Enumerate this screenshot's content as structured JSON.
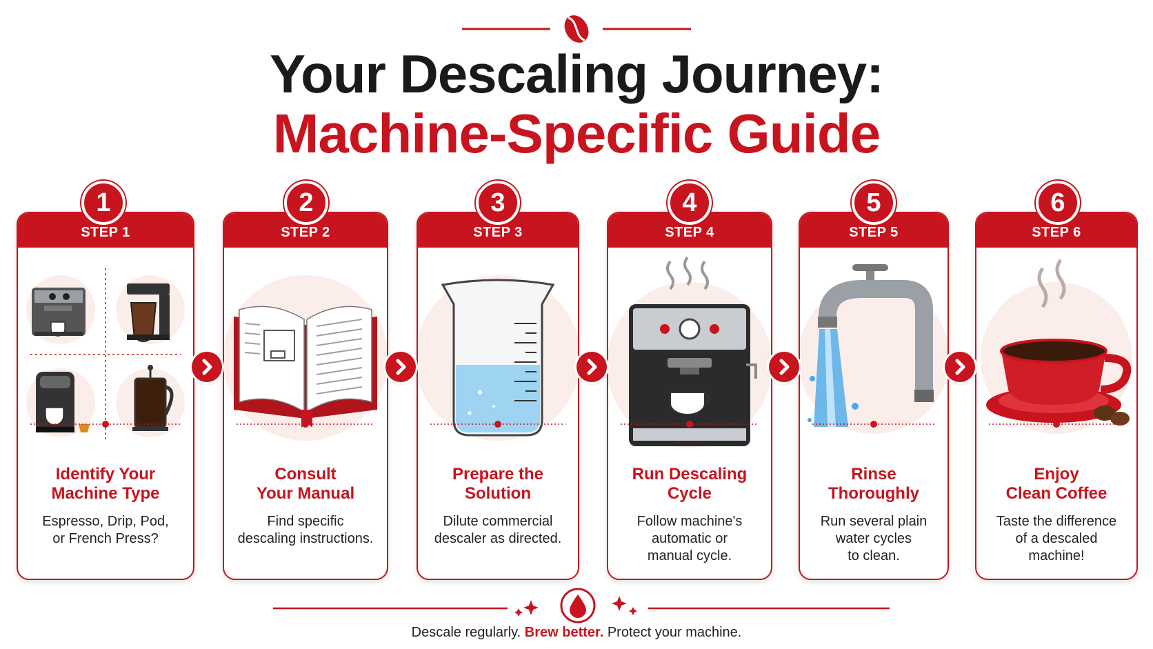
{
  "title": {
    "line1": "Your Descaling Journey:",
    "line2": "Machine-Specific Guide"
  },
  "colors": {
    "accent": "#c8141e",
    "text": "#1a1a1a",
    "soft": "#fbeeea"
  },
  "steps": [
    {
      "number": "1",
      "header": "STEP 1",
      "title_line1": "Identify Your",
      "title_line2": "Machine Type",
      "desc_line1": "Espresso, Drip, Pod,",
      "desc_line2": "or French Press?",
      "desc_line3": "",
      "icons": [
        "espresso-machine-icon",
        "drip-coffee-maker-icon",
        "pod-machine-icon",
        "french-press-icon"
      ]
    },
    {
      "number": "2",
      "header": "STEP 2",
      "title_line1": "Consult",
      "title_line2": "Your Manual",
      "desc_line1": "Find specific",
      "desc_line2": "descaling instructions.",
      "desc_line3": "",
      "icons": [
        "manual-book-icon"
      ]
    },
    {
      "number": "3",
      "header": "STEP 3",
      "title_line1": "Prepare the",
      "title_line2": "Solution",
      "desc_line1": "Dilute commercial",
      "desc_line2": "descaler as directed.",
      "desc_line3": "",
      "icons": [
        "measuring-beaker-icon"
      ]
    },
    {
      "number": "4",
      "header": "STEP 4",
      "title_line1": "Run Descaling",
      "title_line2": "Cycle",
      "desc_line1": "Follow machine's",
      "desc_line2": "automatic or",
      "desc_line3": "manual cycle.",
      "icons": [
        "espresso-machine-icon"
      ]
    },
    {
      "number": "5",
      "header": "STEP 5",
      "title_line1": "Rinse",
      "title_line2": "Thoroughly",
      "desc_line1": "Run several plain",
      "desc_line2": "water cycles",
      "desc_line3": "to clean.",
      "icons": [
        "water-faucet-icon"
      ]
    },
    {
      "number": "6",
      "header": "STEP 6",
      "title_line1": "Enjoy",
      "title_line2": "Clean Coffee",
      "desc_line1": "Taste the difference",
      "desc_line2": "of a descaled",
      "desc_line3": "machine!",
      "icons": [
        "coffee-cup-icon"
      ]
    }
  ],
  "footer": {
    "part1": "Descale regularly. ",
    "part2": "Brew better.",
    "part3": " Protect your machine."
  },
  "ornaments": {
    "top": "coffee-bean-icon",
    "bottom": "water-drop-icon"
  }
}
